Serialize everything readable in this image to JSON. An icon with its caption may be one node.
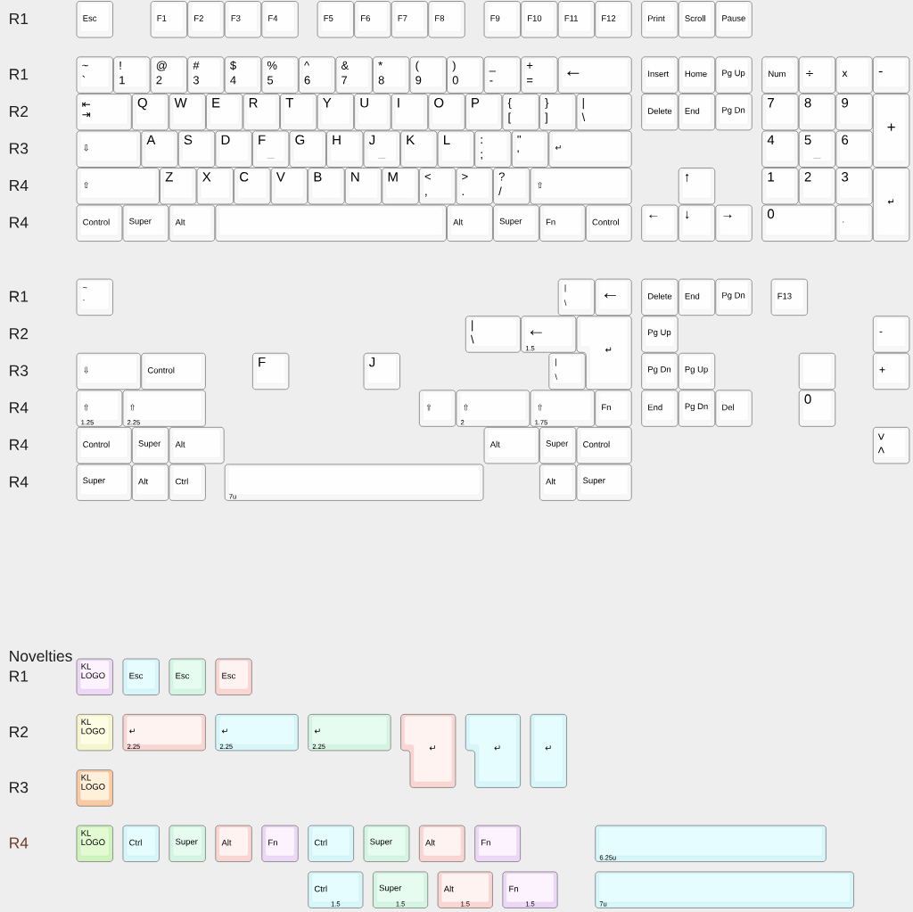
{
  "diagram": {
    "nodes": [
      {
        "text": [
          "Esc"
        ]
      },
      {
        "text": [
          "F1"
        ]
      },
      {
        "text": [
          "F2"
        ]
      },
      {
        "text": [
          "F3"
        ]
      },
      {
        "text": [
          "F4"
        ]
      },
      {
        "text": [
          "F5"
        ]
      },
      {
        "text": [
          "F6"
        ]
      },
      {
        "text": [
          "F7"
        ]
      },
      {
        "text": [
          "F8"
        ]
      },
      {
        "text": [
          "F9"
        ]
      },
      {
        "text": [
          "F10"
        ]
      },
      {
        "text": [
          "F11"
        ]
      },
      {
        "text": [
          "F12"
        ]
      },
      {
        "text": [
          "Print"
        ]
      },
      {
        "text": [
          "Scroll"
        ]
      },
      {
        "text": [
          "Pause"
        ]
      },
      {
        "text": [
          "~",
          "`"
        ]
      },
      {
        "text": [
          "!",
          "1"
        ]
      },
      {
        "text": [
          "@",
          "2"
        ]
      },
      {
        "text": [
          "#",
          "3"
        ]
      },
      {
        "text": [
          "$",
          "4"
        ]
      },
      {
        "text": [
          "%",
          "5"
        ]
      },
      {
        "text": [
          "^",
          "6"
        ]
      },
      {
        "text": [
          "&",
          "7"
        ]
      },
      {
        "text": [
          "*",
          "8"
        ]
      },
      {
        "text": [
          "(",
          "9"
        ]
      },
      {
        "text": [
          ")",
          "0"
        ]
      },
      {
        "text": [
          "_",
          "-"
        ]
      },
      {
        "text": [
          "+",
          "="
        ]
      },
      {
        "text": [
          "←"
        ]
      },
      {
        "text": [
          "Insert"
        ]
      },
      {
        "text": [
          "Home"
        ]
      },
      {
        "text": [
          "Pg Up"
        ]
      },
      {
        "text": [
          "Num"
        ]
      },
      {
        "text": [
          "÷"
        ]
      },
      {
        "text": [
          "x"
        ]
      },
      {
        "text": [
          "-"
        ]
      },
      {
        "text": [
          "⇤",
          "⇥"
        ]
      },
      {
        "text": [
          "Q"
        ]
      },
      {
        "text": [
          "W"
        ]
      },
      {
        "text": [
          "E"
        ]
      },
      {
        "text": [
          "R"
        ]
      },
      {
        "text": [
          "T"
        ]
      },
      {
        "text": [
          "Y"
        ]
      },
      {
        "text": [
          "U"
        ]
      },
      {
        "text": [
          "I"
        ]
      },
      {
        "text": [
          "O"
        ]
      },
      {
        "text": [
          "P"
        ]
      },
      {
        "text": [
          "{",
          "["
        ]
      },
      {
        "text": [
          "}",
          "]"
        ]
      },
      {
        "text": [
          "|",
          "\\"
        ]
      },
      {
        "text": [
          "Delete"
        ]
      },
      {
        "text": [
          "End"
        ]
      },
      {
        "text": [
          "Pg Dn"
        ]
      },
      {
        "text": [
          "7"
        ]
      },
      {
        "text": [
          "8"
        ]
      },
      {
        "text": [
          "9"
        ]
      },
      {
        "text": [
          "+"
        ]
      },
      {
        "text": [
          "⇩"
        ]
      },
      {
        "text": [
          "A"
        ]
      },
      {
        "text": [
          "S"
        ]
      },
      {
        "text": [
          "D"
        ]
      },
      {
        "text": [
          "F"
        ]
      },
      {
        "text": [
          "G"
        ]
      },
      {
        "text": [
          "H"
        ]
      },
      {
        "text": [
          "J"
        ]
      },
      {
        "text": [
          "K"
        ]
      },
      {
        "text": [
          "L"
        ]
      },
      {
        "text": [
          ":",
          ";"
        ]
      },
      {
        "text": [
          "\"",
          "'"
        ]
      },
      {
        "text": [
          "↵"
        ]
      },
      {
        "text": [
          "4"
        ]
      },
      {
        "text": [
          "5"
        ]
      },
      {
        "text": [
          "6"
        ]
      },
      {
        "text": [
          "⇧"
        ]
      },
      {
        "text": [
          "Z"
        ]
      },
      {
        "text": [
          "X"
        ]
      },
      {
        "text": [
          "C"
        ]
      },
      {
        "text": [
          "V"
        ]
      },
      {
        "text": [
          "B"
        ]
      },
      {
        "text": [
          "N"
        ]
      },
      {
        "text": [
          "M"
        ]
      },
      {
        "text": [
          "<",
          ","
        ]
      },
      {
        "text": [
          ">",
          "."
        ]
      },
      {
        "text": [
          "?",
          "/"
        ]
      },
      {
        "text": [
          "⇧"
        ]
      },
      {
        "text": [
          "↑"
        ]
      },
      {
        "text": [
          "1"
        ]
      },
      {
        "text": [
          "2"
        ]
      },
      {
        "text": [
          "3"
        ]
      },
      {
        "text": [
          "↵"
        ]
      },
      {
        "text": [
          "Control"
        ]
      },
      {
        "text": [
          "Super"
        ]
      },
      {
        "text": [
          "Alt"
        ]
      },
      {
        "text": [],
        "shape": "box"
      },
      {
        "text": [
          "Alt"
        ]
      },
      {
        "text": [
          "Super"
        ]
      },
      {
        "text": [
          "Fn"
        ]
      },
      {
        "text": [
          "Control"
        ]
      },
      {
        "text": [
          "←"
        ]
      },
      {
        "text": [
          "↓"
        ]
      },
      {
        "text": [
          "→"
        ]
      },
      {
        "text": [
          "0"
        ]
      },
      {
        "text": [
          "."
        ]
      },
      {
        "text": [
          "~",
          "`"
        ]
      },
      {
        "text": [
          "|",
          "\\"
        ]
      },
      {
        "text": [
          "←"
        ]
      },
      {
        "text": [
          "Delete"
        ]
      },
      {
        "text": [
          "End"
        ]
      },
      {
        "text": [
          "Pg Dn"
        ]
      },
      {
        "text": [
          "F13"
        ]
      },
      {
        "text": [
          "|",
          "\\"
        ]
      },
      {
        "text": [
          "←",
          "1.5"
        ]
      },
      {
        "text": [
          "↵"
        ]
      },
      {
        "text": [
          "Pg Up"
        ]
      },
      {
        "text": [
          "-"
        ]
      },
      {
        "text": [
          "⇩"
        ]
      },
      {
        "text": [
          "Control"
        ]
      },
      {
        "text": [
          "F"
        ]
      },
      {
        "text": [
          "J"
        ]
      },
      {
        "text": [
          "|",
          "\\"
        ]
      },
      {
        "text": [
          "Pg Dn"
        ]
      },
      {
        "text": [
          "Pg Up"
        ]
      },
      {
        "text": [],
        "shape": "box"
      },
      {
        "text": [
          "+"
        ]
      },
      {
        "text": [
          "⇧",
          "1.25"
        ]
      },
      {
        "text": [
          "⇧",
          "2.25"
        ]
      },
      {
        "text": [
          "⇧"
        ]
      },
      {
        "text": [
          "⇧",
          "2"
        ]
      },
      {
        "text": [
          "⇧",
          "1.75"
        ]
      },
      {
        "text": [
          "Fn"
        ]
      },
      {
        "text": [
          "End"
        ]
      },
      {
        "text": [
          "Pg Dn"
        ]
      },
      {
        "text": [
          "Del"
        ]
      },
      {
        "text": [
          "0"
        ]
      },
      {
        "text": [
          "Control"
        ]
      },
      {
        "text": [
          "Super"
        ]
      },
      {
        "text": [
          "Alt"
        ]
      },
      {
        "text": [
          "Alt"
        ]
      },
      {
        "text": [
          "Super"
        ]
      },
      {
        "text": [
          "Control"
        ]
      },
      {
        "text": [
          ">",
          "<"
        ]
      },
      {
        "text": [
          "Super"
        ]
      },
      {
        "text": [
          "Alt"
        ]
      },
      {
        "text": [
          "Ctrl"
        ]
      },
      {
        "text": [
          "7u"
        ]
      },
      {
        "text": [
          "Alt"
        ]
      },
      {
        "text": [
          "Super"
        ]
      },
      {
        "text": [
          "KL LOGO"
        ]
      },
      {
        "text": [
          "Esc"
        ]
      },
      {
        "text": [
          "Esc"
        ]
      },
      {
        "text": [
          "Esc"
        ]
      },
      {
        "text": [
          "KL LOGO"
        ]
      },
      {
        "text": [
          "↵",
          "2.25"
        ]
      },
      {
        "text": [
          "↵",
          "2.25"
        ]
      },
      {
        "text": [
          "↵",
          "2.25"
        ]
      },
      {
        "text": [
          "↵"
        ]
      },
      {
        "text": [
          "↵"
        ]
      },
      {
        "text": [
          "↵"
        ]
      },
      {
        "text": [
          "KL LOGO"
        ]
      },
      {
        "text": [
          "KL LOGO"
        ]
      },
      {
        "text": [
          "Ctrl"
        ]
      },
      {
        "text": [
          "Super"
        ]
      },
      {
        "text": [
          "Alt"
        ]
      },
      {
        "text": [
          "Fn"
        ]
      },
      {
        "text": [
          "Ctrl"
        ]
      },
      {
        "text": [
          "Super"
        ]
      },
      {
        "text": [
          "Alt"
        ]
      },
      {
        "text": [
          "Fn"
        ]
      },
      {
        "text": [
          "6.25u"
        ]
      },
      {
        "text": [
          "Ctrl",
          "1.5"
        ]
      },
      {
        "text": [
          "Super",
          "1.5"
        ]
      },
      {
        "text": [
          "Alt",
          "1.5"
        ]
      },
      {
        "text": [
          "Fn",
          "1.5"
        ]
      },
      {
        "text": [
          "7u"
        ]
      }
    ],
    "labels": [
      "R1",
      "R1",
      "R2",
      "R3",
      "R4",
      "R4",
      "R1",
      "R2",
      "R3",
      "R4",
      "R4",
      "R4",
      "Novelties",
      "R1",
      "R2",
      "R3",
      "R4"
    ]
  }
}
